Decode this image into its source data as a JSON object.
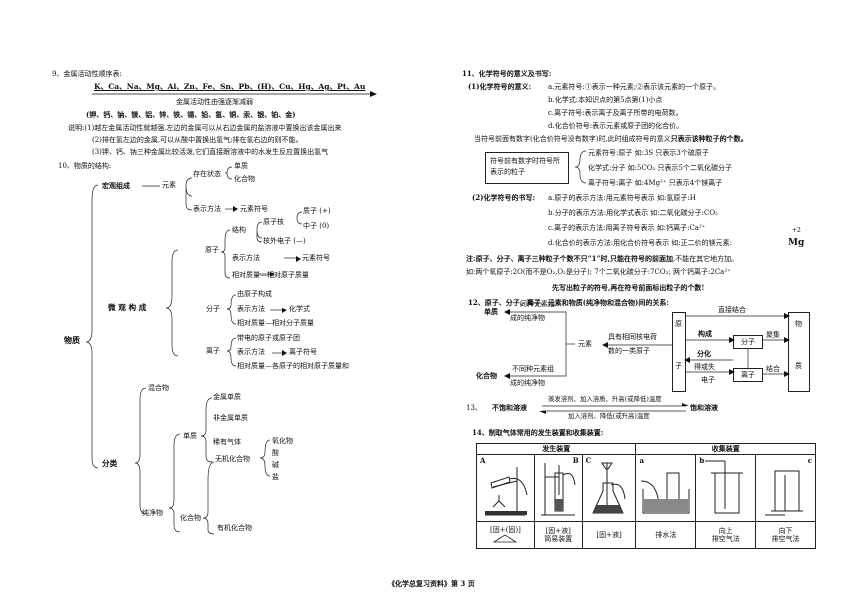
{
  "q9": {
    "title": "9、金属活动性顺序表:",
    "sequence": "K、Ca、Na、Mg、Al、Zn、Fe、Sn、Pb、(H)、Cu、Hg、Ag、Pt、Au",
    "arrow_caption": "金属活动性由强逐渐减弱",
    "mnemonic": "(钾、钙、钠、镁、铝、锌、铁、锡、铅、氢、铜、汞、银、铂、金)",
    "note1": "说明:(1)越左金属活动性就越强,左边的金属可以从右边金属的盐溶液中置换出该金属出来",
    "note2": "(2)排在氢左边的金属,可以从酸中置换出氢气;排在氢右边的则不能。",
    "note3": "(3)钾、钙、钠三种金属比较活泼,它们直接跟溶液中的水发生反应置换出氢气"
  },
  "q10": {
    "title": "10、物质的结构:",
    "root": "物质",
    "macro": "宏观组成",
    "micro": "微 观 构 成",
    "element": "元素",
    "exist_state": "存在状态",
    "simple": "单质",
    "compound": "化合物",
    "rep_method": "表示方法",
    "element_symbol": "元素符号",
    "atom": "原子",
    "structure": "结构",
    "nucleus": "原子核",
    "proton": "质子 (+)",
    "neutron": "中子 (0)",
    "electron": "核外电子 (—)",
    "atom_symbol": "元素符号",
    "atom_mass": "相对质量—相对原子质量",
    "molecule": "分子",
    "mol_made": "由原子构成",
    "chem_formula": "化学式",
    "mol_mass": "相对质量—相对分子质量",
    "ion": "离子",
    "ion_charge": "带电的原子或原子团",
    "ion_symbol": "离子符号",
    "ion_mass": "相对质量—各原子的相对原子质量和"
  },
  "classify": {
    "label": "分类",
    "mixture": "混合物",
    "pure": "纯净物",
    "simple": "单质",
    "metal": "金属单质",
    "nonmetal": "非金属单质",
    "noble": "稀有气体",
    "compound": "化合物",
    "inorganic": "无机化合物",
    "oxide": "氧化物",
    "acid": "酸",
    "base": "碱",
    "salt": "盐",
    "organic": "有机化合物"
  },
  "q11": {
    "title": "11、化学符号的意义及书写:",
    "m_label": "(1)化学符号的意义:",
    "m_a": "a.元素符号:①表示一种元素;②表示该元素的一个原子。",
    "m_b": "b.化学式:本知识点的第5点第(1)小点",
    "m_c": "c.离子符号:表示离子及离子所带的电荷数。",
    "m_d": "d.化合价符号:表示元素或原子团的化合价。",
    "m_note_a": "当符号前面有数字(化合价符号没有数字)时,此时组成符号的意义",
    "m_note_b": "只表示该种粒子的个数。",
    "box_text": "符号前有数字时符号所表示的粒子",
    "box_1": "元素符号:原子  如:3S 只表示3个硫原子",
    "box_2": "化学式:分子  如:5CO₂ 只表示5个二氧化碳分子",
    "box_3": "离子符号:离子 如:4Mg²⁺ 只表示4个镁离子",
    "w_label": "(2)化学符号的书写:",
    "w_a": "a.原子的表示方法:用元素符号表示    如:氢原子:H",
    "w_b": "b.分子的表示方法:用化学式表示    如:二氧化碳分子:CO₂",
    "w_c": "c.离子的表示方法:用离子符号表示   如:钙离子:Ca²⁺",
    "w_d": "d.化合价的表示方法:用化合价符号表示 如:正二价的镁元素:",
    "w_d_sym": "Mg",
    "w_d_sup": "+2",
    "note_a": "注:原子、分子、离子三种粒子个数不只“1”时,",
    "note_b": "只能在符号的前面加",
    "note_c": ",不能在其它地方加。",
    "example": "如:两个氧原子:2O(而不是O₂,O₂是分子);  7个二氧化碳分子:7CO₂;   两个钙离子:2Ca²⁺",
    "bold_rule": "先写出粒子的符号,再在符号前面标出粒子的个数!"
  },
  "q12": {
    "title": "12、原子、分子、离子、元素和物质(纯净物和混合物)间的关系:",
    "simple": "单质",
    "compound": "化合物",
    "same_elem": "同种元素组",
    "same_pure": "成的纯净物",
    "diff_elem": "不同种元素组",
    "diff_pure": "成的纯净物",
    "element": "元素",
    "same_nuc_1": "具有相同核电荷",
    "same_nuc_2": "数的一类原子",
    "atom": "原",
    "atom2": "子",
    "direct": "直接结合",
    "compose": "构成",
    "molecule": "分子",
    "gather": "聚集",
    "split": "分化",
    "gain_lose": "得或失",
    "electron": "电子",
    "ion": "离子",
    "combine": "结合",
    "matter": "物",
    "matter2": "质"
  },
  "q13": {
    "title": "13、",
    "left": "不饱和溶液",
    "right": "饱和溶液",
    "top": "蒸发溶剂、加入溶质、升高(或降低)温度",
    "bottom": "加入溶剂、降低(或升高)温度"
  },
  "q14": {
    "title": "14、制取气体常用的发生装置和收集装置:",
    "gen": "发生装置",
    "col": "收集装置",
    "letters": [
      "A",
      "B",
      "C",
      "a",
      "b",
      "c"
    ],
    "g1": "[固+(固)]",
    "g2a": "[固+液]",
    "g2b": "简易装置",
    "g3": "[固+液]",
    "c1": "排水法",
    "c2a": "向上",
    "c2b": "排空气法",
    "c3a": "向下",
    "c3b": "排空气法"
  },
  "footer": "《化学总复习资料》第 3 页"
}
